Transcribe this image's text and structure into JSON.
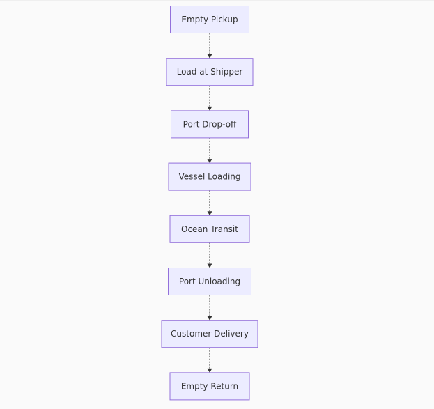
{
  "diagram": {
    "type": "flowchart",
    "direction": "top-to-bottom",
    "colors": {
      "background": "#fafafa",
      "node_fill": "#ececff",
      "node_border": "#9370db",
      "text": "#333333",
      "edge": "#333333"
    },
    "nodes": [
      {
        "id": "empty-pickup",
        "label": "Empty Pickup"
      },
      {
        "id": "load-at-shipper",
        "label": "Load at Shipper"
      },
      {
        "id": "port-drop-off",
        "label": "Port Drop-off"
      },
      {
        "id": "vessel-loading",
        "label": "Vessel Loading"
      },
      {
        "id": "ocean-transit",
        "label": "Ocean Transit"
      },
      {
        "id": "port-unloading",
        "label": "Port Unloading"
      },
      {
        "id": "customer-delivery",
        "label": "Customer Delivery"
      },
      {
        "id": "empty-return",
        "label": "Empty Return"
      }
    ],
    "edges": [
      {
        "from": "empty-pickup",
        "to": "load-at-shipper"
      },
      {
        "from": "load-at-shipper",
        "to": "port-drop-off"
      },
      {
        "from": "port-drop-off",
        "to": "vessel-loading"
      },
      {
        "from": "vessel-loading",
        "to": "ocean-transit"
      },
      {
        "from": "ocean-transit",
        "to": "port-unloading"
      },
      {
        "from": "port-unloading",
        "to": "customer-delivery"
      },
      {
        "from": "customer-delivery",
        "to": "empty-return"
      }
    ]
  }
}
